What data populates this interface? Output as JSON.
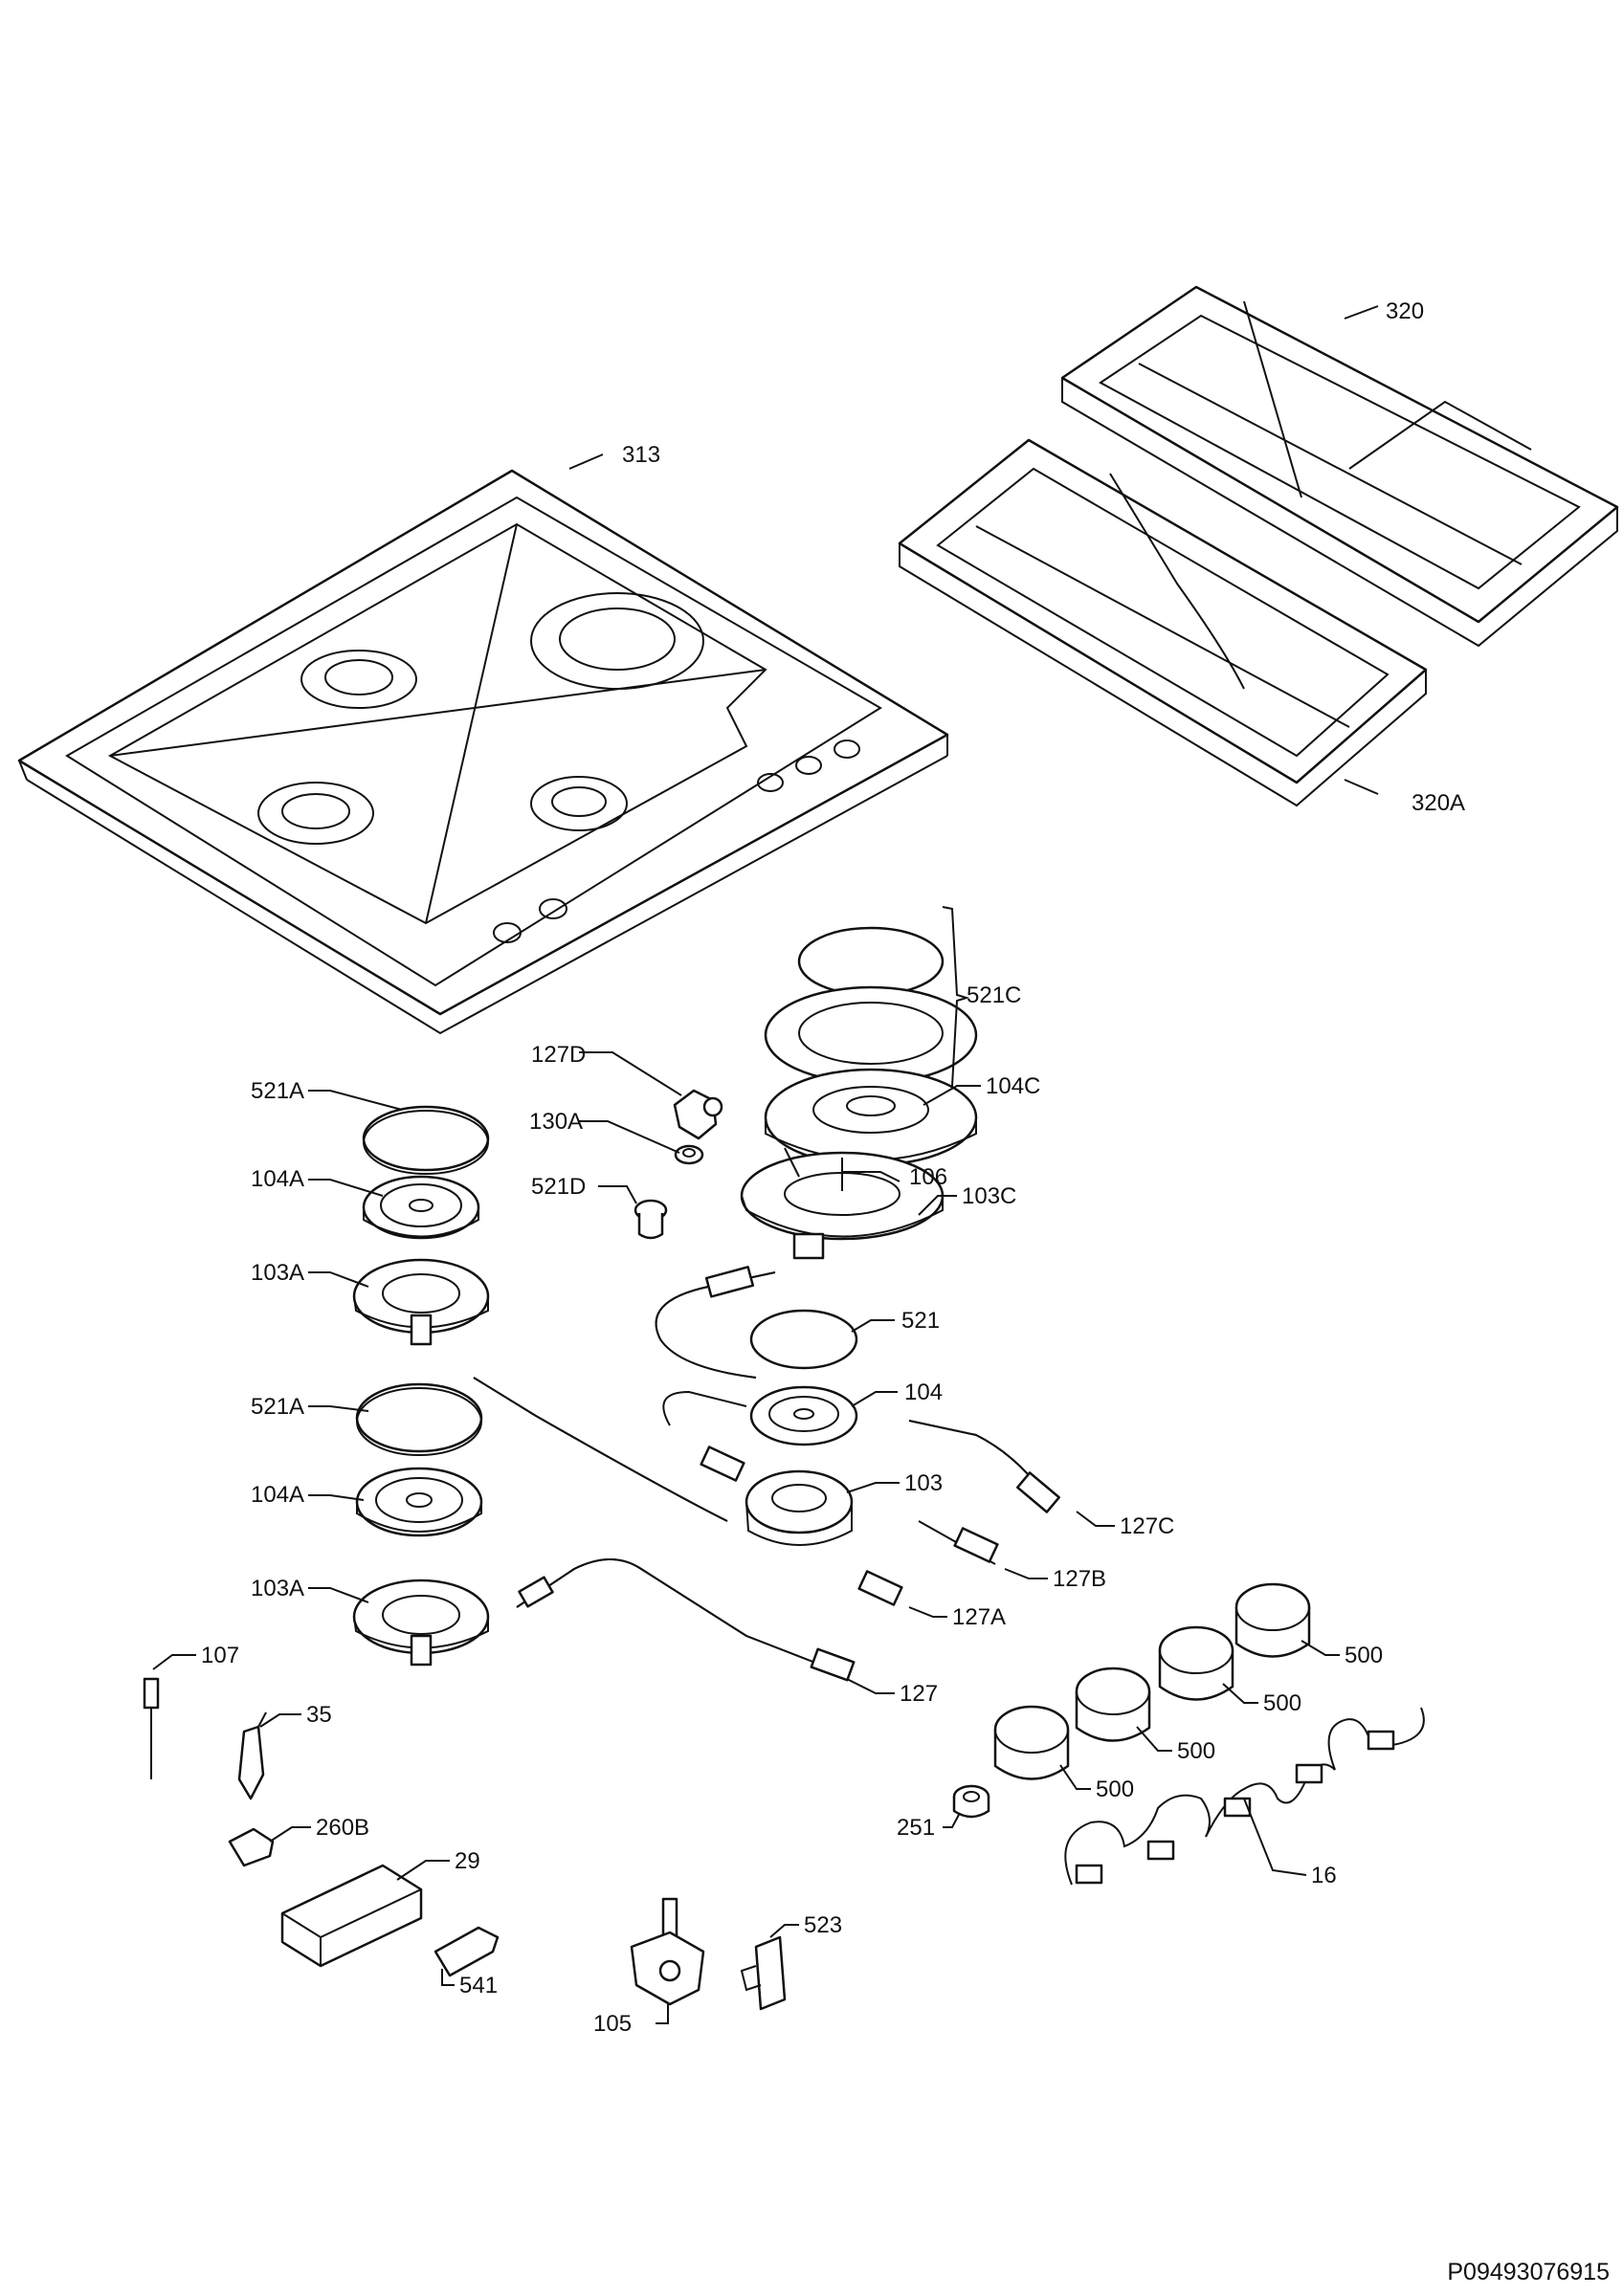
{
  "document_number": "P09493076915",
  "labels": {
    "l313": "313",
    "l320": "320",
    "l320A": "320A",
    "l521C": "521C",
    "l127D": "127D",
    "l104C": "104C",
    "l521A_top": "521A",
    "l130A": "130A",
    "l104A_top": "104A",
    "l521D": "521D",
    "l106": "106",
    "l103C": "103C",
    "l103A_top": "103A",
    "l521": "521",
    "l521A_bot": "521A",
    "l104": "104",
    "l104A_bot": "104A",
    "l103": "103",
    "l127C": "127C",
    "l103A_bot": "103A",
    "l127B": "127B",
    "l127A": "127A",
    "l107": "107",
    "l127": "127",
    "l500a": "500",
    "l500b": "500",
    "l35": "35",
    "l500c": "500",
    "l500d": "500",
    "l260B": "260B",
    "l251": "251",
    "l29": "29",
    "l16": "16",
    "l523": "523",
    "l541": "541",
    "l105": "105"
  }
}
